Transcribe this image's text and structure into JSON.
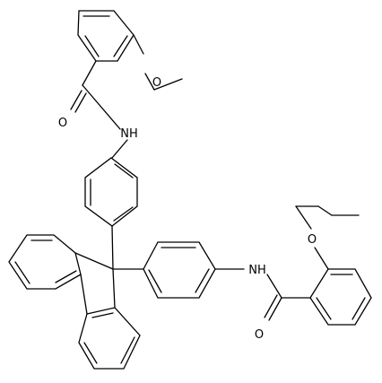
{
  "atom_labels": {
    "o_ether_top": "O",
    "o_carbonyl_top": "O",
    "nh_top": "NH",
    "nh_bottom": "NH",
    "o_ether_bottom": "O",
    "o_carbonyl_bottom": "O"
  },
  "colors": {
    "bond": "#000000",
    "label": "#000000",
    "background": "#ffffff"
  }
}
